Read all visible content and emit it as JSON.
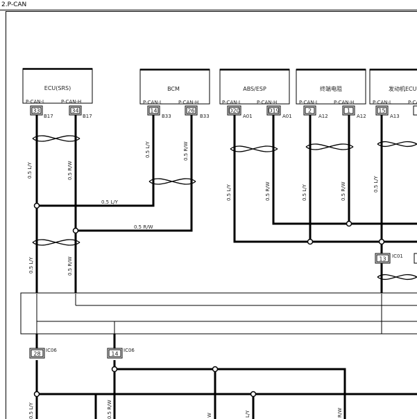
{
  "title": "2.P-CAN",
  "modules": [
    {
      "key": "ecu",
      "name": "ECU(SRS)",
      "pinL": "P-CAN-L",
      "pinH": "P-CAN-H",
      "numL": "33",
      "numH": "34",
      "refL": "B17",
      "refH": "B17"
    },
    {
      "key": "bcm",
      "name": "BCM",
      "pinL": "P-CAN-L",
      "pinH": "P-CAN-H",
      "numL": "14",
      "numH": "26",
      "refL": "B33",
      "refH": "B33"
    },
    {
      "key": "abs",
      "name": "ABS/ESP",
      "pinL": "P-CAN-L",
      "pinH": "P-CAN-H",
      "numL": "D20",
      "numH": "D19",
      "refL": "A01",
      "refH": "A01"
    },
    {
      "key": "term",
      "name": "终端电阻",
      "pinL": "P-CAN-L",
      "pinH": "P-CAN-H",
      "numL": "2",
      "numH": "1",
      "refL": "A12",
      "refH": "A12"
    },
    {
      "key": "eng",
      "name": "发动机ECU",
      "pinL": "P-CAN-L",
      "pinH": "P-CAN-H",
      "numL": "15",
      "numH": "",
      "refL": "A13",
      "refH": ""
    }
  ],
  "wire_labels": {
    "ly": "0.5 L/Y",
    "rw": "0.5 R/W"
  },
  "connectors": [
    {
      "key": "ic01",
      "num": "13",
      "ref": "IC01"
    },
    {
      "key": "ic06a",
      "num": "28",
      "ref": "IC06"
    },
    {
      "key": "ic06b",
      "num": "14",
      "ref": "IC06"
    }
  ],
  "partial_labels": {
    "lower_w": "W",
    "lower_ly": "L/Y",
    "lower_rw": "R/W"
  }
}
